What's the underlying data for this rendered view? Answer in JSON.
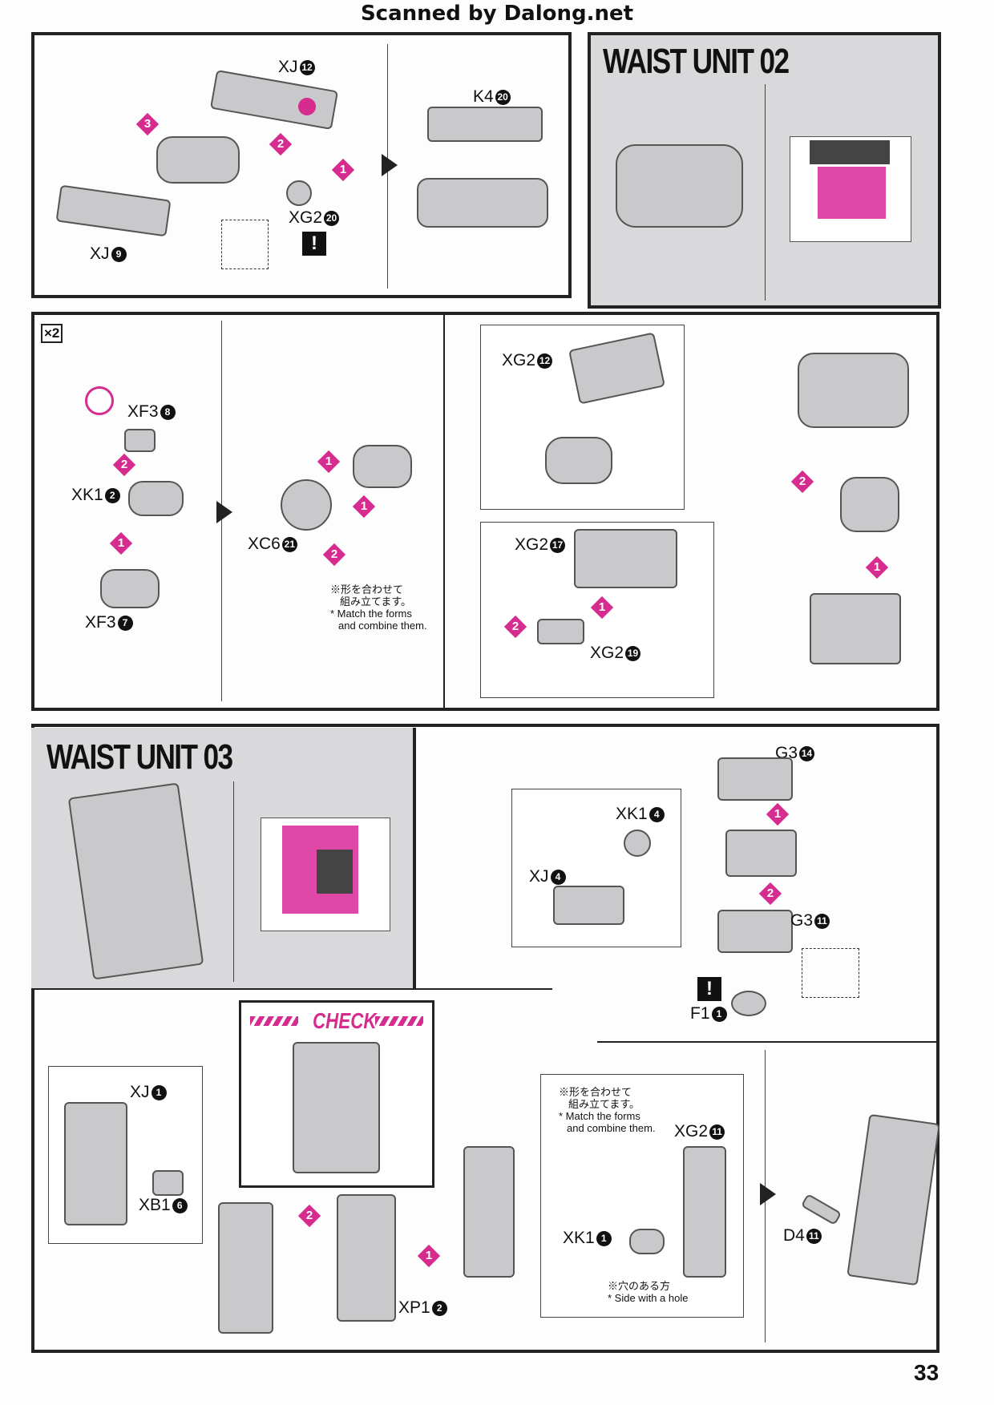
{
  "header": "Scanned by Dalong.net",
  "page_number": "33",
  "sections": {
    "waist_unit_02": "WAIST UNIT 02",
    "waist_unit_03": "WAIST UNIT 03",
    "check": "CHECK",
    "multiplier": "×2"
  },
  "parts": {
    "xj12": {
      "code": "XJ",
      "num": "12"
    },
    "k4_20": {
      "code": "K4",
      "num": "20"
    },
    "xg2_20": {
      "code": "XG2",
      "num": "20"
    },
    "xj9": {
      "code": "XJ",
      "num": "9"
    },
    "xf3_8": {
      "code": "XF3",
      "num": "8"
    },
    "xk1_2": {
      "code": "XK1",
      "num": "2"
    },
    "xf3_7": {
      "code": "XF3",
      "num": "7"
    },
    "xc6_21": {
      "code": "XC6",
      "num": "21"
    },
    "xg2_12": {
      "code": "XG2",
      "num": "12"
    },
    "xg2_17": {
      "code": "XG2",
      "num": "17"
    },
    "xg2_19": {
      "code": "XG2",
      "num": "19"
    },
    "g3_14": {
      "code": "G3",
      "num": "14"
    },
    "xk1_4": {
      "code": "XK1",
      "num": "4"
    },
    "xj4": {
      "code": "XJ",
      "num": "4"
    },
    "g3_11": {
      "code": "G3",
      "num": "11"
    },
    "f1_1": {
      "code": "F1",
      "num": "1"
    },
    "xj1": {
      "code": "XJ",
      "num": "1"
    },
    "xb1_6": {
      "code": "XB1",
      "num": "6"
    },
    "xg2_11": {
      "code": "XG2",
      "num": "11"
    },
    "xk1_1": {
      "code": "XK1",
      "num": "1"
    },
    "xp1_2": {
      "code": "XP1",
      "num": "2"
    },
    "d4_11": {
      "code": "D4",
      "num": "11"
    }
  },
  "notes": {
    "match_jp1": "※形を合わせて",
    "match_jp2": "組み立てます。",
    "match_en1": "* Match the forms",
    "match_en2": "and combine them.",
    "hole_jp": "※穴のある方",
    "hole_en": "* Side with a hole"
  },
  "steps": [
    "1",
    "2",
    "3"
  ],
  "warning": "!",
  "colors": {
    "accent": "#d62c8f",
    "panel_gray": "#d9d9dc"
  }
}
